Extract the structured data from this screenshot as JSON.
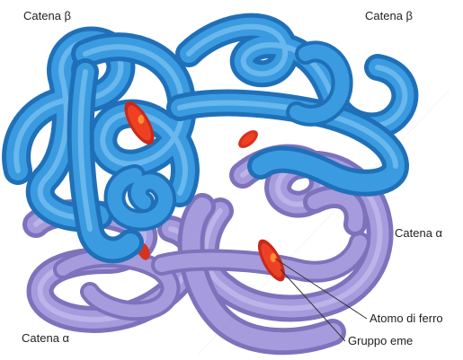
{
  "labels": {
    "beta_chain_left": "Catena β",
    "beta_chain_right": "Catena β",
    "alpha_chain_right": "Catena α",
    "alpha_chain_left": "Catena α",
    "iron_atom": "Atomo di ferro",
    "heme_group": "Gruppo eme"
  },
  "colors": {
    "beta_chain": "#2f8fd8",
    "alpha_chain": "#9b8fd2",
    "heme": "#e8381e",
    "iron": "#ff6a2a",
    "leader_line": "#333333"
  }
}
